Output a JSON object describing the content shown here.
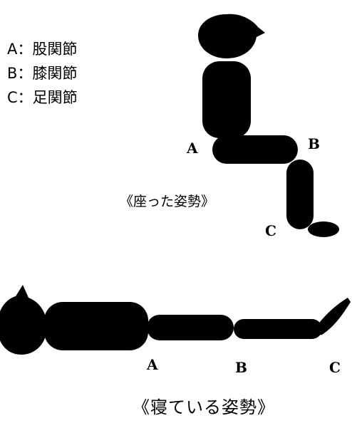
{
  "legend": {
    "a": "A：股関節",
    "b": "B：膝関節",
    "c": "C：足関節"
  },
  "sitting": {
    "caption": "《座った姿勢》",
    "label_a": "A",
    "label_b": "B",
    "label_c": "C"
  },
  "lying": {
    "caption": "《寝ている姿勢》",
    "label_a": "A",
    "label_b": "B",
    "label_c": "C"
  },
  "colors": {
    "figure": "#000000",
    "background": "#ffffff"
  }
}
